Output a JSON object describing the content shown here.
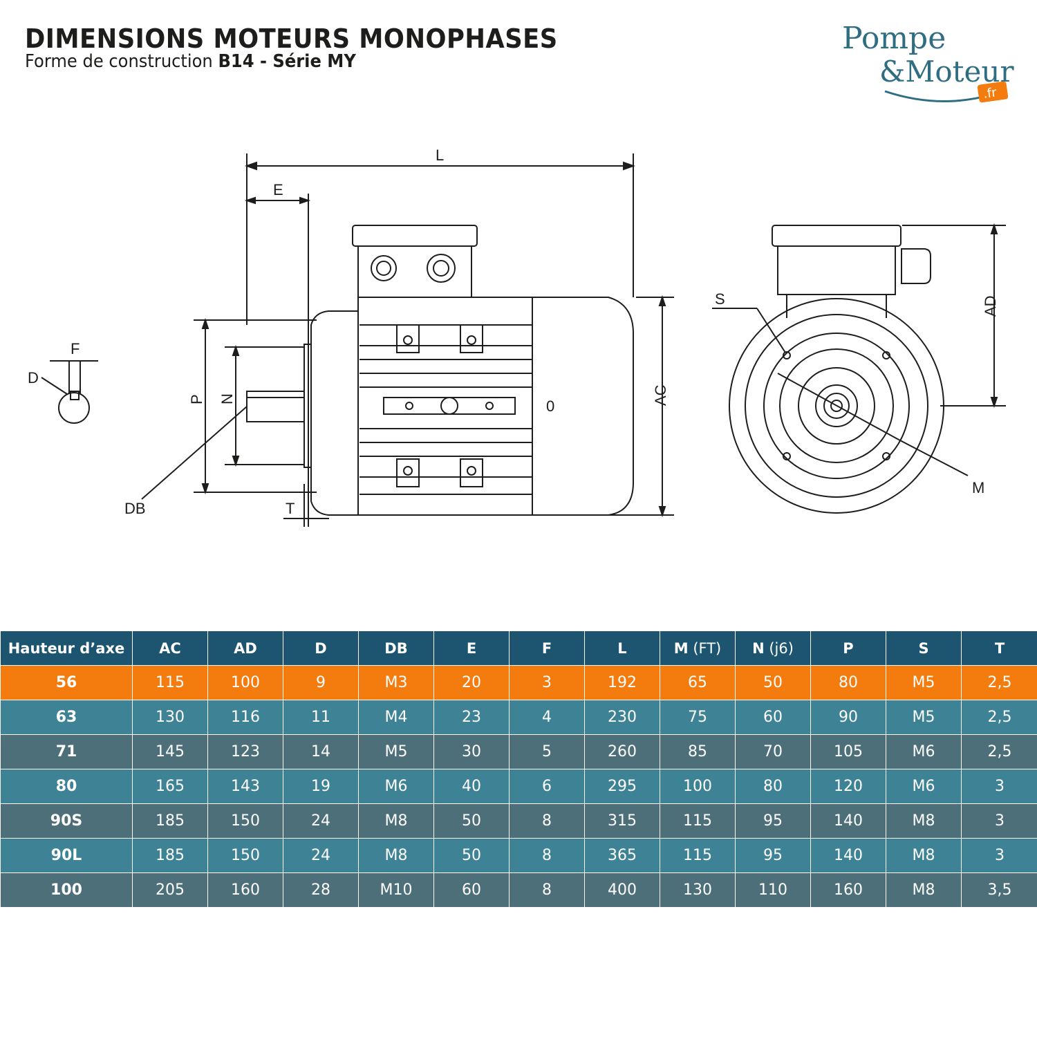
{
  "header": {
    "title": "DIMENSIONS MOTEURS MONOPHASES",
    "subtitle_prefix": "Forme de construction ",
    "subtitle_bold": "B14 - ",
    "subtitle_series": "Série MY"
  },
  "logo": {
    "line1": "Pompe",
    "line2": "&Moteur",
    "tld": ".fr",
    "color_primary": "#2f6e82",
    "color_accent": "#f47c0f"
  },
  "drawing_labels": {
    "L": "L",
    "E": "E",
    "F": "F",
    "D": "D",
    "P": "P",
    "N": "N",
    "DB": "DB",
    "T": "T",
    "AC": "AC",
    "AD": "AD",
    "S": "S",
    "M": "M",
    "zero": "0"
  },
  "table": {
    "headers": [
      {
        "main": "Hauteur d’axe",
        "sub": ""
      },
      {
        "main": "AC",
        "sub": ""
      },
      {
        "main": "AD",
        "sub": ""
      },
      {
        "main": "D",
        "sub": ""
      },
      {
        "main": "DB",
        "sub": ""
      },
      {
        "main": "E",
        "sub": ""
      },
      {
        "main": "F",
        "sub": ""
      },
      {
        "main": "L",
        "sub": ""
      },
      {
        "main": "M",
        "sub": " (FT)"
      },
      {
        "main": "N",
        "sub": " (j6)"
      },
      {
        "main": "P",
        "sub": ""
      },
      {
        "main": "S",
        "sub": ""
      },
      {
        "main": "T",
        "sub": ""
      }
    ],
    "rows": [
      [
        "56",
        "115",
        "100",
        "9",
        "M3",
        "20",
        "3",
        "192",
        "65",
        "50",
        "80",
        "M5",
        "2,5"
      ],
      [
        "63",
        "130",
        "116",
        "11",
        "M4",
        "23",
        "4",
        "230",
        "75",
        "60",
        "90",
        "M5",
        "2,5"
      ],
      [
        "71",
        "145",
        "123",
        "14",
        "M5",
        "30",
        "5",
        "260",
        "85",
        "70",
        "105",
        "M6",
        "2,5"
      ],
      [
        "80",
        "165",
        "143",
        "19",
        "M6",
        "40",
        "6",
        "295",
        "100",
        "80",
        "120",
        "M6",
        "3"
      ],
      [
        "90S",
        "185",
        "150",
        "24",
        "M8",
        "50",
        "8",
        "315",
        "115",
        "95",
        "140",
        "M8",
        "3"
      ],
      [
        "90L",
        "185",
        "150",
        "24",
        "M8",
        "50",
        "8",
        "365",
        "115",
        "95",
        "140",
        "M8",
        "3"
      ],
      [
        "100",
        "205",
        "160",
        "28",
        "M10",
        "60",
        "8",
        "400",
        "130",
        "110",
        "160",
        "M8",
        "3,5"
      ]
    ],
    "colors": {
      "header": "#1d5570",
      "highlight": "#f47c0f",
      "row_a": "#3e8296",
      "row_b": "#4d6f7a"
    }
  }
}
